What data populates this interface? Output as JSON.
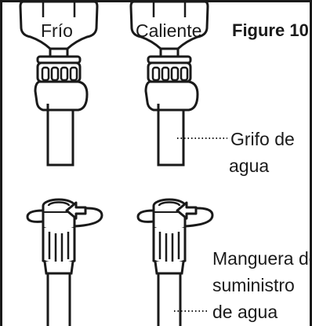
{
  "figure": {
    "title": "Figure 10",
    "tap_labels": {
      "cold": "Frío",
      "hot": "Caliente"
    },
    "callouts": {
      "faucet": [
        "Grifo de",
        "agua"
      ],
      "hose": [
        "Manguera de",
        "suministro",
        "de agua"
      ]
    }
  },
  "colors": {
    "line": "#1a1a1a",
    "background": "#ffffff"
  },
  "icons": [
    "faucet-icon",
    "hose-coupling-icon",
    "rotation-arrow-icon"
  ]
}
